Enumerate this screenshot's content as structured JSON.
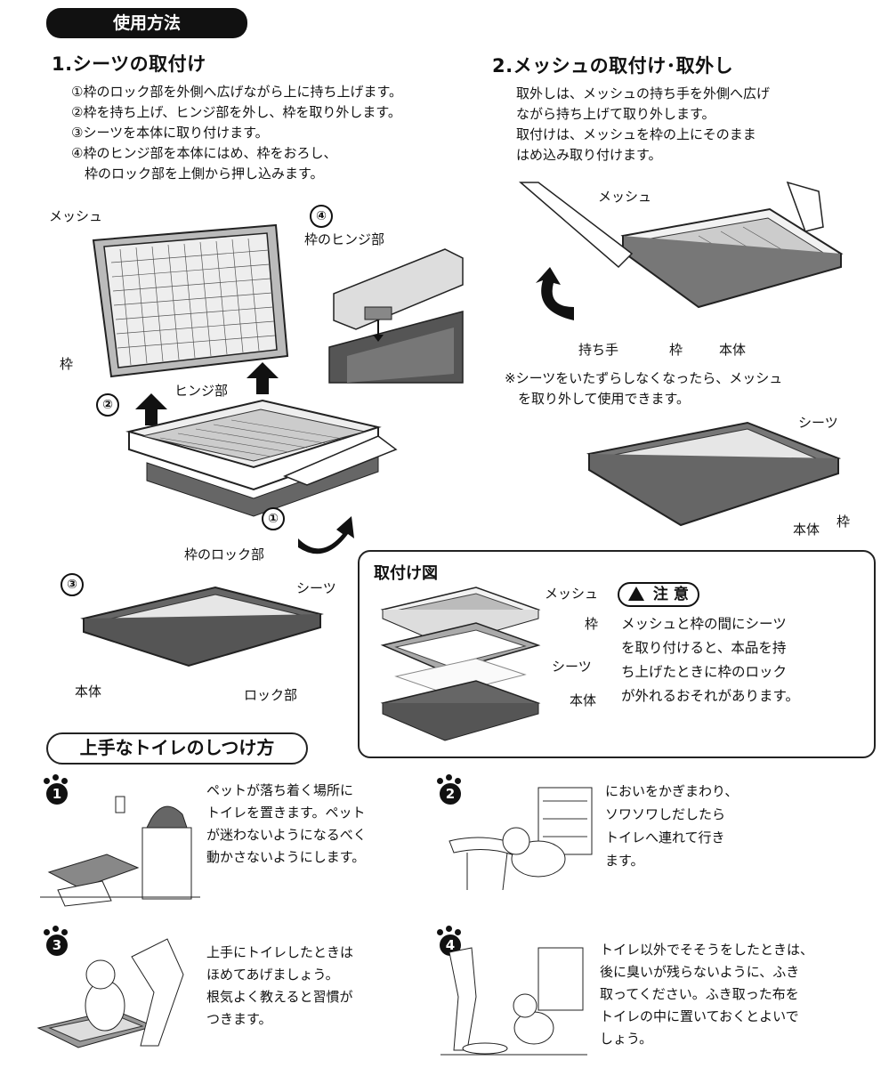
{
  "header": {
    "usage_title": "使用方法"
  },
  "section1": {
    "title": "1.シーツの取付け",
    "steps": [
      "①枠のロック部を外側へ広げながら上に持ち上げます。",
      "②枠を持ち上げ、ヒンジ部を外し、枠を取り外します。",
      "③シーツを本体に取り付けます。",
      "④枠のヒンジ部を本体にはめ、枠をおろし、",
      "　枠のロック部を上側から押し込みます。"
    ],
    "labels": {
      "mesh": "メッシュ",
      "frame": "枠",
      "hinge": "ヒンジ部",
      "num2": "②",
      "num4": "④",
      "frame_hinge": "枠のヒンジ部",
      "num1": "①",
      "frame_lock": "枠のロック部",
      "num3": "③",
      "sheet": "シーツ",
      "body": "本体",
      "lock": "ロック部"
    }
  },
  "section2": {
    "title": "2.メッシュの取付け･取外し",
    "text": [
      "取外しは、メッシュの持ち手を外側へ広げ",
      "ながら持ち上げて取り外します。",
      "取付けは、メッシュを枠の上にそのまま",
      "はめ込み取り付けます。"
    ],
    "labels": {
      "mesh": "メッシュ",
      "handle": "持ち手",
      "frame": "枠",
      "body": "本体",
      "sheet": "シーツ",
      "body2": "本体",
      "frame2": "枠"
    },
    "note": [
      "※シーツをいたずらしなくなったら、メッシュ",
      "　を取り外して使用できます。"
    ]
  },
  "install_box": {
    "title": "取付け図",
    "labels": {
      "mesh": "メッシュ",
      "frame": "枠",
      "sheet": "シーツ",
      "body": "本体"
    },
    "caution_icon": "warning-triangle-icon",
    "caution_title": "注 意",
    "caution_text": [
      "メッシュと枠の間にシーツ",
      "を取り付けると、本品を持",
      "ち上げたときに枠のロック",
      "が外れるおそれがあります。"
    ]
  },
  "training": {
    "title": "上手なトイレのしつけ方",
    "steps": [
      {
        "num": "1",
        "text": [
          "ペットが落ち着く場所に",
          "トイレを置きます。ペット",
          "が迷わないようになるべく",
          "動かさないようにします。"
        ]
      },
      {
        "num": "2",
        "text": [
          "においをかぎまわり、",
          "ソワソワしだしたら",
          "トイレへ連れて行き",
          "ます。"
        ]
      },
      {
        "num": "3",
        "text": [
          "上手にトイレしたときは",
          "ほめてあげましょう。",
          "根気よく教えると習慣が",
          "つきます。"
        ]
      },
      {
        "num": "4",
        "text": [
          "トイレ以外でそそうをしたときは、",
          "後に臭いが残らないように、ふき",
          "取ってください。ふき取った布を",
          "トイレの中に置いておくとよいで",
          "しょう。"
        ]
      }
    ]
  }
}
